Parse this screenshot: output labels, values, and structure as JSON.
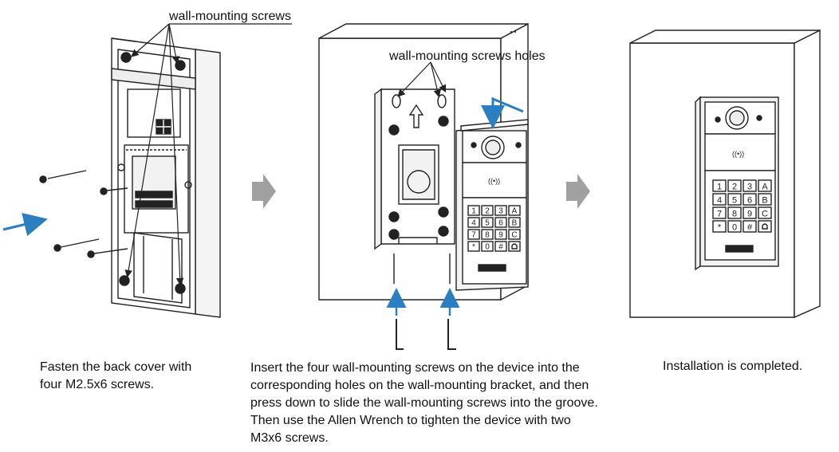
{
  "callouts": {
    "wall_mounting_screws": "wall-mounting screws",
    "wall_mounting_screws_holes": "wall-mounting screws holes"
  },
  "steps": [
    {
      "caption_lines": [
        "Fasten the back cover with",
        "four M2.5x6 screws."
      ]
    },
    {
      "caption_lines": [
        "Insert the four wall-mounting screws on the device into the",
        "corresponding holes on the wall-mounting bracket, and then",
        "press down to slide the wall-mounting screws into the groove.",
        "Then use the Allen Wrench to tighten the device with two",
        "M3x6 screws."
      ]
    },
    {
      "caption_lines": [
        "Installation is completed."
      ]
    }
  ],
  "keypad_keys": [
    "1",
    "2",
    "3",
    "A",
    "4",
    "5",
    "6",
    "B",
    "7",
    "8",
    "9",
    "C",
    "*",
    "0",
    "#"
  ],
  "colors": {
    "accent_arrow": "#2b7fc1",
    "line": "#222222",
    "step_arrow": "#a0a0a0",
    "fill": "#ffffff"
  }
}
